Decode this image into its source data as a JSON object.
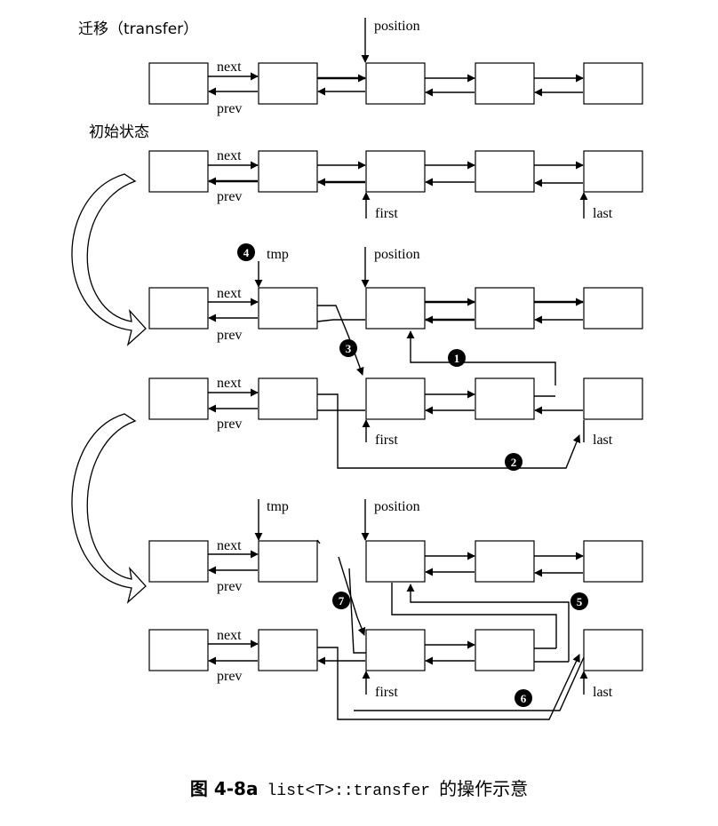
{
  "section_titles": {
    "transfer": "迁移（transfer）",
    "initial_state": "初始状态"
  },
  "labels": {
    "next": "next",
    "prev": "prev",
    "position": "position",
    "first": "first",
    "last": "last",
    "tmp": "tmp"
  },
  "steps": [
    "1",
    "2",
    "3",
    "4",
    "5",
    "6",
    "7"
  ],
  "caption": {
    "figure": "图 4-8a",
    "code": "list<T>::transfer",
    "desc": "的操作示意"
  }
}
